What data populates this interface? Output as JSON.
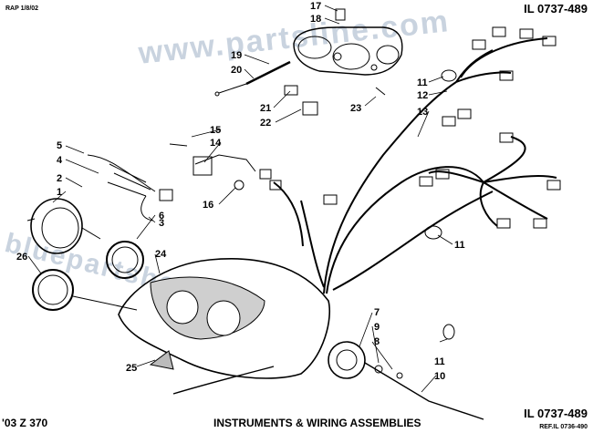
{
  "header": {
    "date_code": "RAP 1/8/02",
    "illustration_number": "IL 0737-489"
  },
  "footer": {
    "model": "'03 Z 370",
    "title": "INSTRUMENTS & WIRING ASSEMBLIES",
    "illustration_number": "IL 0737-489",
    "reference": "REF.IL 0736-490"
  },
  "watermarks": [
    "www.partsline.com",
    "bluepartshop.com"
  ],
  "callouts": [
    {
      "id": "c1",
      "label": "1"
    },
    {
      "id": "c2",
      "label": "2"
    },
    {
      "id": "c3",
      "label": "3"
    },
    {
      "id": "c4",
      "label": "4"
    },
    {
      "id": "c5",
      "label": "5"
    },
    {
      "id": "c6",
      "label": "6"
    },
    {
      "id": "c7",
      "label": "7"
    },
    {
      "id": "c8",
      "label": "8"
    },
    {
      "id": "c9",
      "label": "9"
    },
    {
      "id": "c10",
      "label": "10"
    },
    {
      "id": "c11a",
      "label": "11"
    },
    {
      "id": "c11b",
      "label": "11"
    },
    {
      "id": "c11c",
      "label": "11"
    },
    {
      "id": "c12",
      "label": "12"
    },
    {
      "id": "c13",
      "label": "13"
    },
    {
      "id": "c14",
      "label": "14"
    },
    {
      "id": "c15",
      "label": "15"
    },
    {
      "id": "c16",
      "label": "16"
    },
    {
      "id": "c17",
      "label": "17"
    },
    {
      "id": "c18",
      "label": "18"
    },
    {
      "id": "c19",
      "label": "19"
    },
    {
      "id": "c20",
      "label": "20"
    },
    {
      "id": "c21",
      "label": "21"
    },
    {
      "id": "c22",
      "label": "22"
    },
    {
      "id": "c23",
      "label": "23"
    },
    {
      "id": "c24",
      "label": "24"
    },
    {
      "id": "c25",
      "label": "25"
    },
    {
      "id": "c26",
      "label": "26"
    }
  ]
}
